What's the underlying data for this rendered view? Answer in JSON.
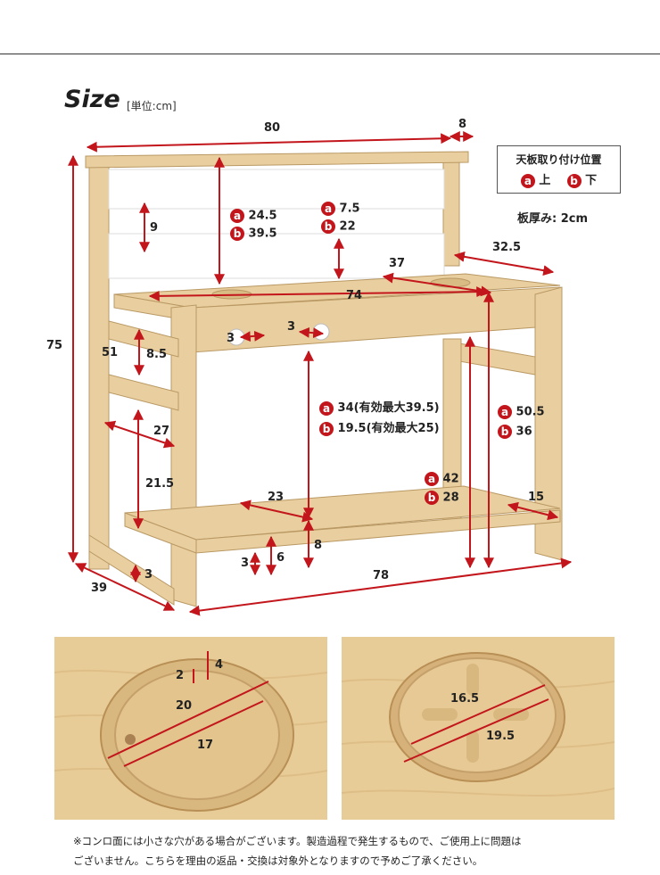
{
  "header": {
    "title": "Size",
    "unit": "[単位:cm]"
  },
  "legend": {
    "title": "天板取り付け位置",
    "a_label": "上",
    "b_label": "下",
    "a_badge": "a",
    "b_badge": "b"
  },
  "board_thickness": "板厚み: 2cm",
  "dimensions": {
    "width_top": "80",
    "depth_top": "8",
    "height_total": "75",
    "depth_base": "39",
    "width_base": "78",
    "shelf_gap": "9",
    "panel_height_a": "24.5",
    "panel_height_b": "39.5",
    "back_board_a": "7.5",
    "back_board_b": "22",
    "side_depth": "32.5",
    "inner_depth": "37",
    "desk_width": "74",
    "knob_left": "3",
    "knob_right": "3",
    "leg_height": "51",
    "rail_gap": "8.5",
    "side_width": "27",
    "lower_height": "21.5",
    "clear_a": "34(有効最大39.5)",
    "clear_b": "19.5(有効最大25)",
    "side_h_a": "50.5",
    "side_h_b": "36",
    "shelf_a": "42",
    "shelf_b": "28",
    "shelf_depth": "23",
    "shelf_side": "15",
    "shelf_drop": "8",
    "foot_3a": "3",
    "foot_6": "6",
    "foot_3b": "3"
  },
  "detail_left": {
    "outer": "20",
    "inner": "17",
    "rim": "4",
    "step": "2"
  },
  "detail_right": {
    "outer": "19.5",
    "inner": "16.5"
  },
  "note": {
    "line1": "※コンロ面には小さな穴がある場合がございます。製造過程で発生するもので、ご使用上に問題は",
    "line2": "ございません。こちらを理由の返品・交換は対象外となりますので予めご了承ください。"
  },
  "colors": {
    "accent": "#c3161c",
    "wood": "#e9cf9f"
  }
}
